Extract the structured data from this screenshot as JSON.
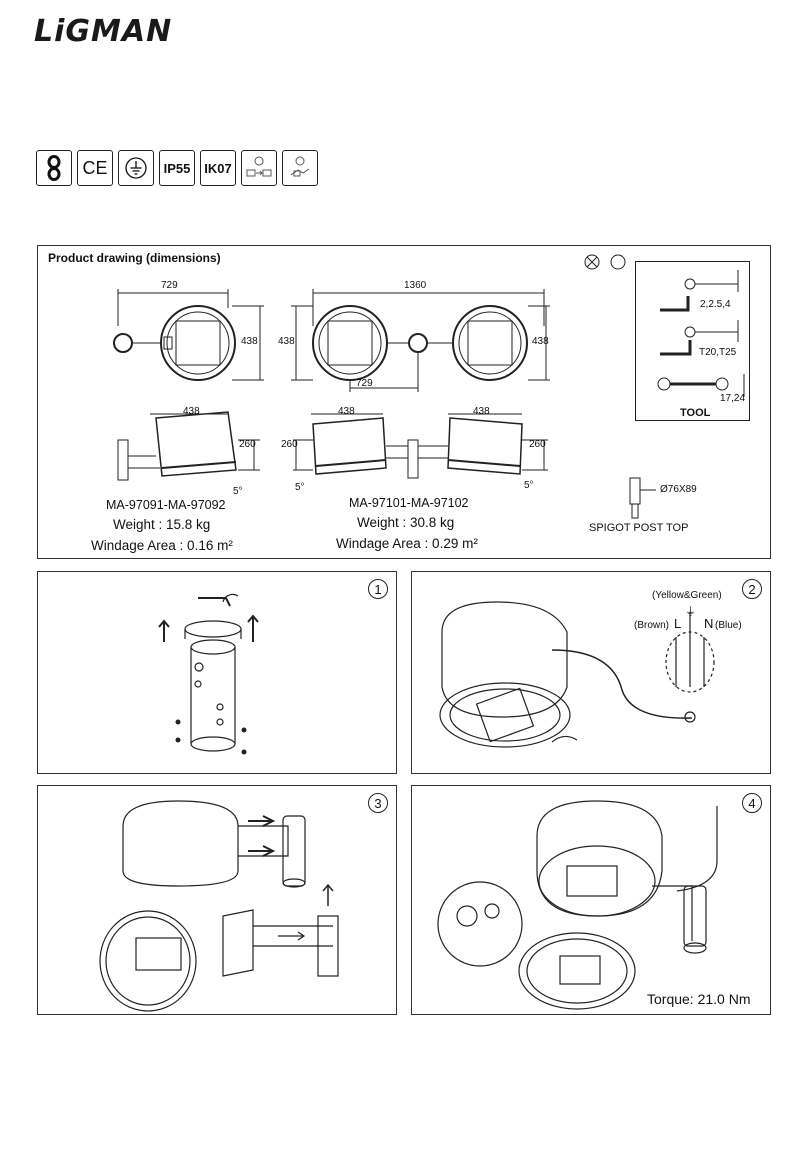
{
  "brand": {
    "name": "LiGMAN"
  },
  "certifications": [
    {
      "label": "",
      "icon": "chain-link-icon"
    },
    {
      "label": "CE",
      "icon": "ce-mark-icon"
    },
    {
      "label": "",
      "icon": "earth-ground-icon"
    },
    {
      "label": "IP55",
      "icon": ""
    },
    {
      "label": "IK07",
      "icon": ""
    },
    {
      "label": "",
      "icon": "install-position-icon"
    },
    {
      "label": "",
      "icon": "maintenance-icon"
    }
  ],
  "drawing": {
    "title": "Product drawing (dimensions)",
    "single": {
      "width": "729",
      "height": "438",
      "side_length": "438",
      "side_height": "260",
      "angle": "5°",
      "model": "MA-97091-MA-97092",
      "weight": "Weight : 15.8 kg",
      "windage": "Windage Area : 0.16 m²"
    },
    "double": {
      "width": "1360",
      "height_left": "438",
      "height_right": "438",
      "inner_width": "729",
      "side_length_left": "438",
      "side_length_right": "438",
      "side_height_left": "260",
      "side_height_right": "260",
      "angle_left": "5°",
      "angle_right": "5°",
      "model": "MA-97101-MA-97102",
      "weight": "Weight : 30.8 kg",
      "windage": "Windage Area : 0.29 m²"
    },
    "spigot": {
      "size": "Ø76X89",
      "label": "SPIGOT POST TOP"
    },
    "tool": {
      "allen": "2,2.5,4",
      "torx": "T20,T25",
      "wrench": "17,24",
      "label": "TOOL"
    }
  },
  "steps": [
    {
      "number": "1"
    },
    {
      "number": "2",
      "yellow_green": "(Yellow&Green)",
      "brown": "(Brown)",
      "L": "L",
      "N": "N",
      "blue": "(Blue)"
    },
    {
      "number": "3"
    },
    {
      "number": "4",
      "torque": "Torque: 21.0 Nm"
    }
  ]
}
